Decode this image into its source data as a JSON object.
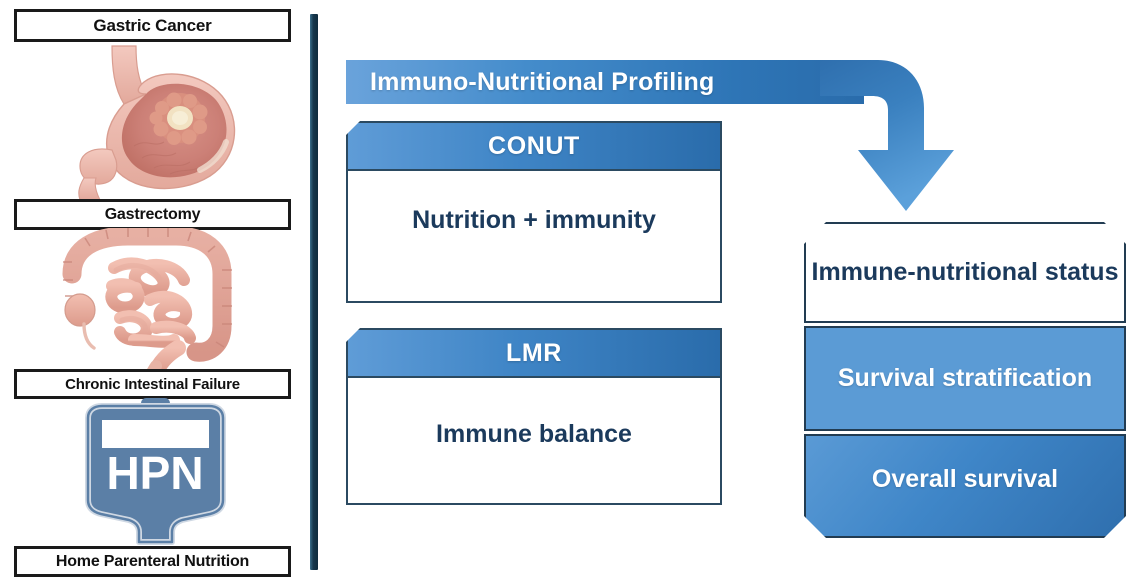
{
  "left_panel": {
    "items": [
      {
        "label": "Gastric Cancer",
        "illustration": "stomach-with-tumor-illustration"
      },
      {
        "label": "Gastrectomy",
        "illustration": "intestines-illustration"
      },
      {
        "label": "Chronic Intestinal Failure",
        "illustration": "hpn-iv-bag-illustration"
      },
      {
        "label": "Home Parenteral Nutrition",
        "illustration": ""
      }
    ],
    "hpn_bag_text": "HPN"
  },
  "banner": {
    "title": "Immuno-Nutritional Profiling"
  },
  "indices": [
    {
      "name": "CONUT",
      "description": "Nutrition + immunity"
    },
    {
      "name": "LMR",
      "description": "Immune balance"
    }
  ],
  "outcomes": [
    {
      "label": "Immune-nutritional status"
    },
    {
      "label": "Survival stratification"
    },
    {
      "label": "Overall survival"
    }
  ],
  "colors": {
    "banner_light": "#6AA3DB",
    "banner_dark": "#2E75B6",
    "card_header_light": "#5F9CD7",
    "card_header_dark": "#2A6CAB",
    "card_border": "#2B4A61",
    "body_text_navy": "#1B3A5C",
    "outcome_mid_blue": "#5B9BD5",
    "divider_navy": "#0F2B3D",
    "label_border_black": "#1A1A1A",
    "hpn_bag_blue": "#5B7FA6",
    "organ_pink": "#E8A89C"
  }
}
